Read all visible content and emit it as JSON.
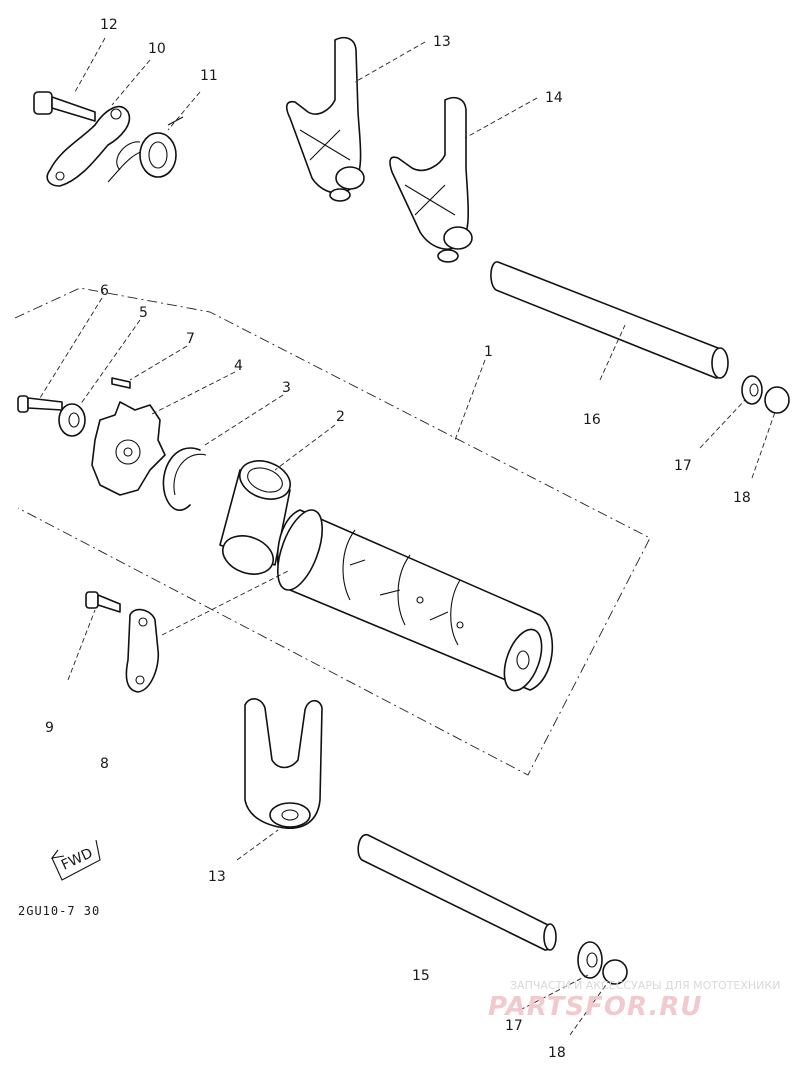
{
  "diagram": {
    "drawing_code": "2GU10-7 30",
    "fwd_label": "FWD",
    "callouts": {
      "c1": "1",
      "c2": "2",
      "c3": "3",
      "c4": "4",
      "c5": "5",
      "c6": "6",
      "c7": "7",
      "c8": "8",
      "c9": "9",
      "c10": "10",
      "c11": "11",
      "c12": "12",
      "c13a": "13",
      "c13b": "13",
      "c14": "14",
      "c15": "15",
      "c16": "16",
      "c17a": "17",
      "c17b": "17",
      "c18a": "18",
      "c18b": "18"
    }
  },
  "watermark": {
    "tagline": "ЗАПЧАСТИ И АКСЕССУАРЫ ДЛЯ МОТОТЕХНИКИ",
    "brand": "PARTSFOR.RU"
  }
}
